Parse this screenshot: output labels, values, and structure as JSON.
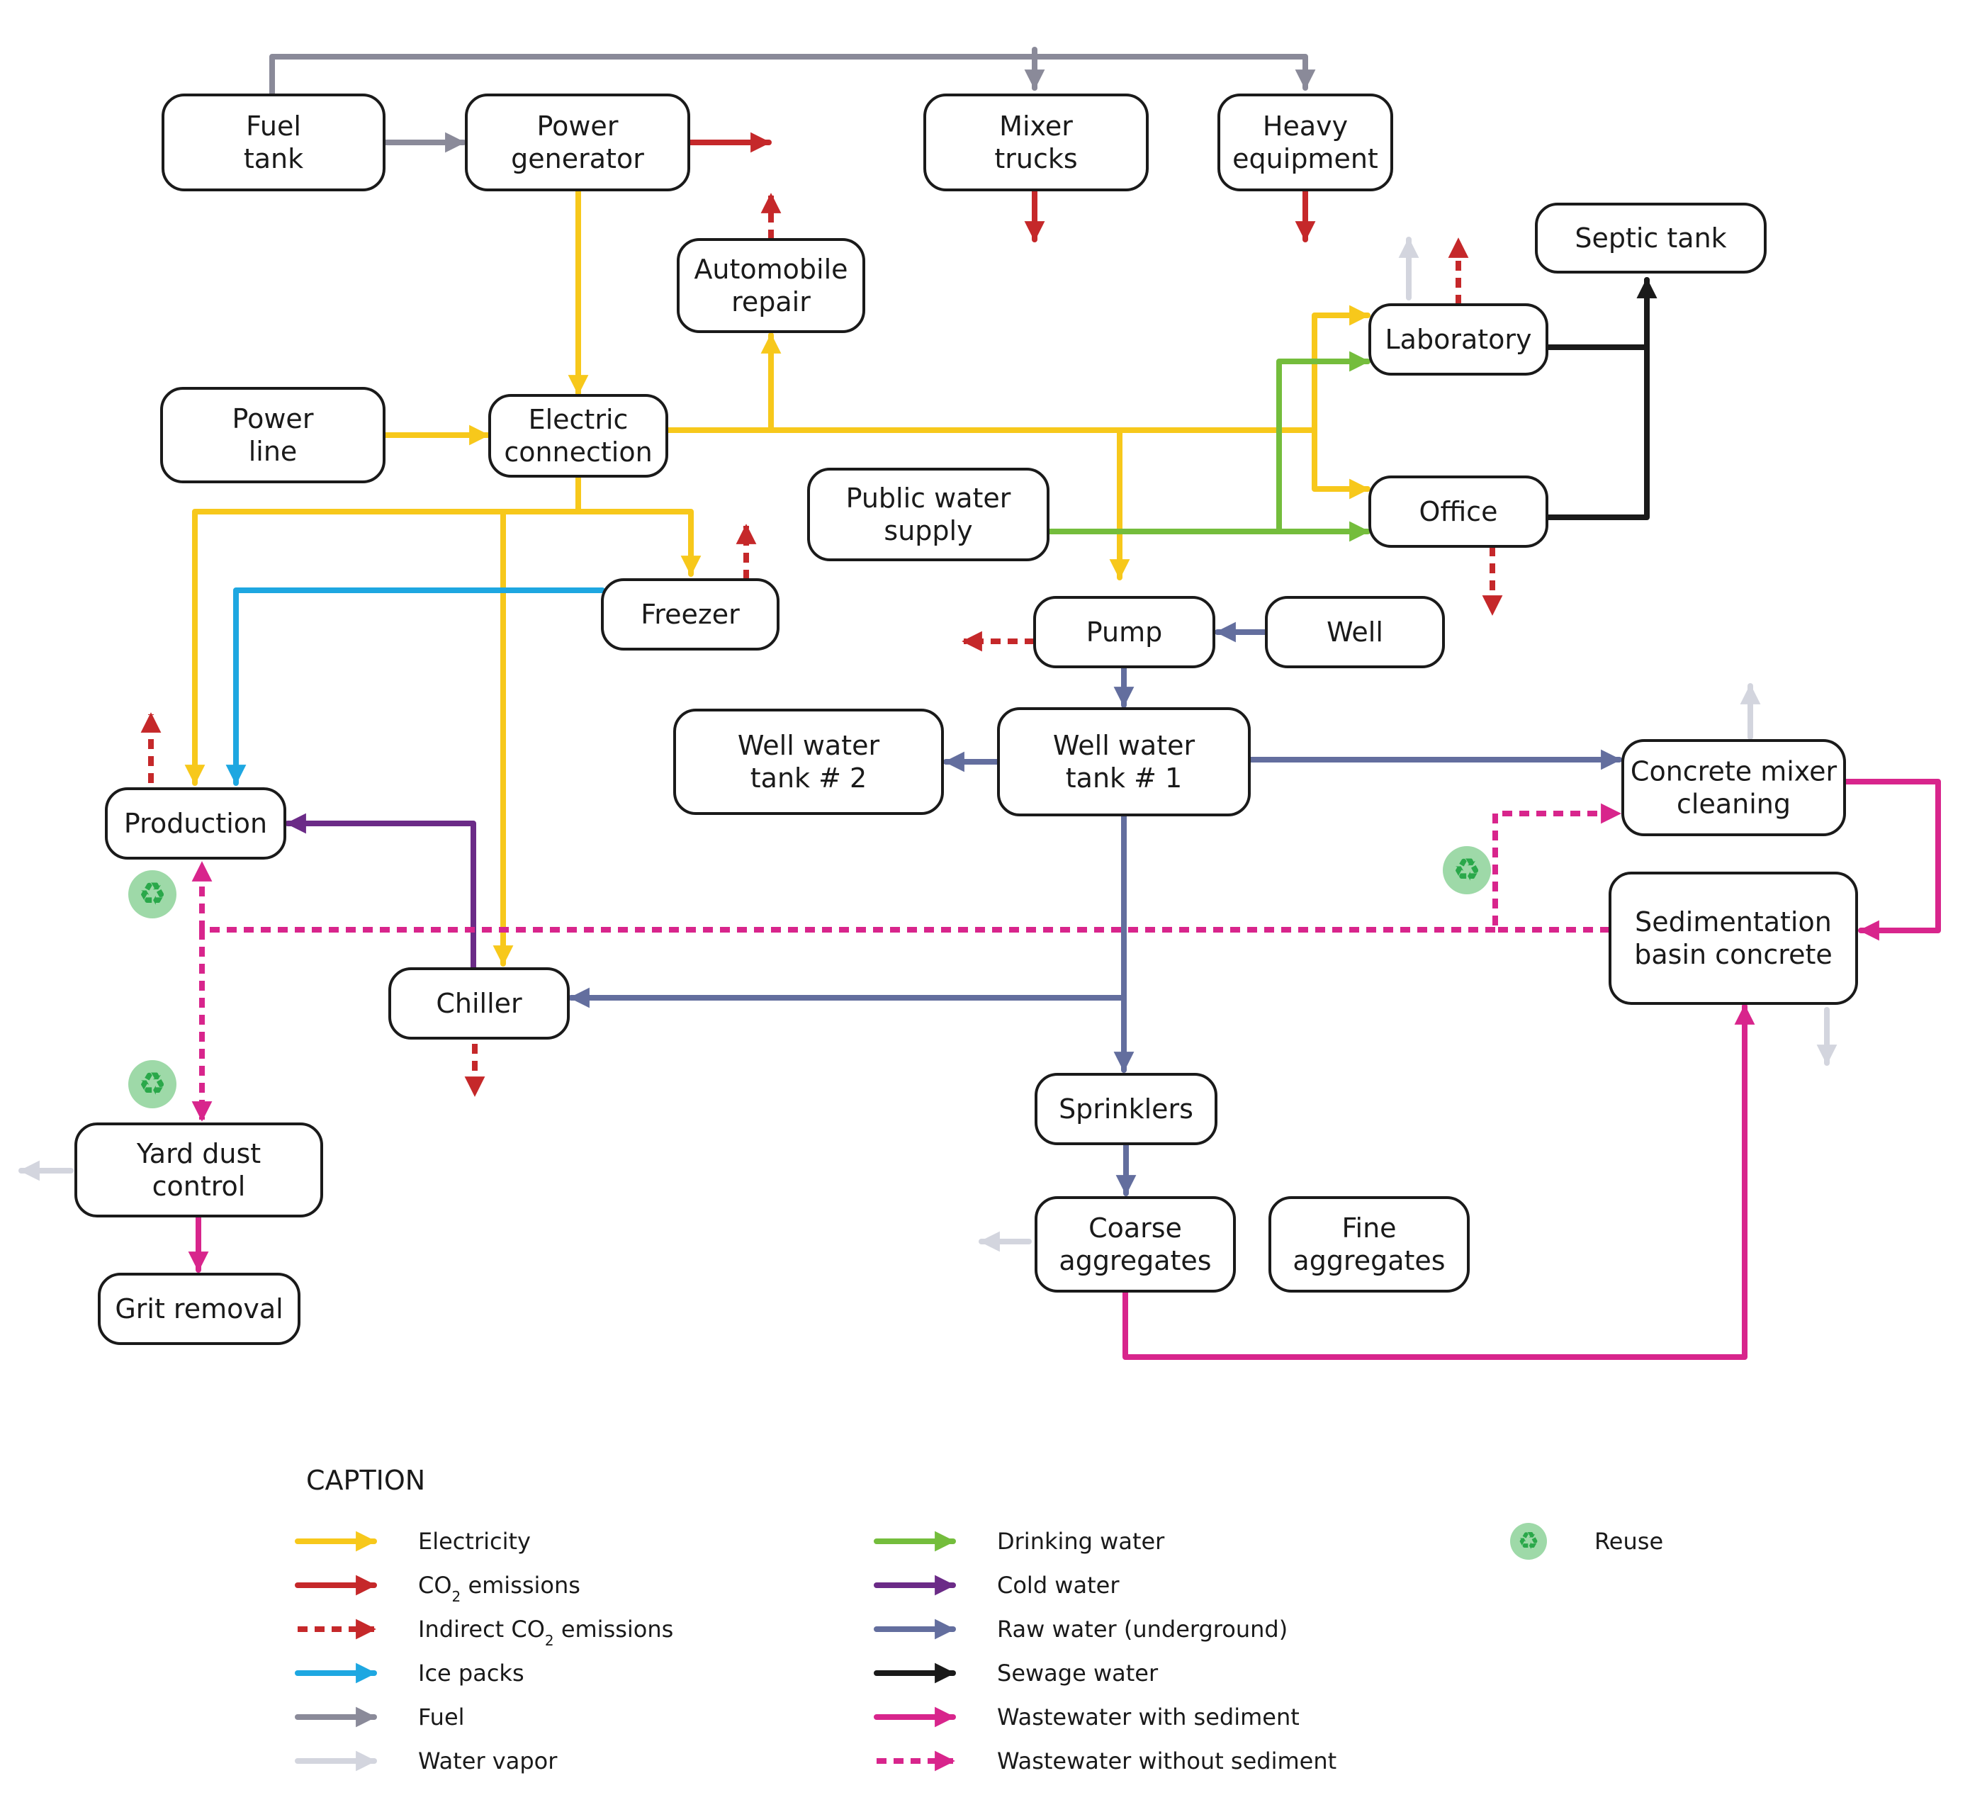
{
  "nodes": [
    {
      "id": "fuel-tank",
      "lines": [
        "Fuel",
        "tank"
      ]
    },
    {
      "id": "power-generator",
      "lines": [
        "Power",
        "generator"
      ]
    },
    {
      "id": "mixer-trucks",
      "lines": [
        "Mixer",
        "trucks"
      ]
    },
    {
      "id": "heavy-equipment",
      "lines": [
        "Heavy",
        "equipment"
      ]
    },
    {
      "id": "automobile-repair",
      "lines": [
        "Automobile",
        "repair"
      ]
    },
    {
      "id": "septic-tank",
      "lines": [
        "Septic tank"
      ]
    },
    {
      "id": "laboratory",
      "lines": [
        "Laboratory"
      ]
    },
    {
      "id": "power-line",
      "lines": [
        "Power",
        "line"
      ]
    },
    {
      "id": "electric-connection",
      "lines": [
        "Electric",
        "connection"
      ]
    },
    {
      "id": "public-water-supply",
      "lines": [
        "Public water",
        "supply"
      ]
    },
    {
      "id": "office",
      "lines": [
        "Office"
      ]
    },
    {
      "id": "freezer",
      "lines": [
        "Freezer"
      ]
    },
    {
      "id": "pump",
      "lines": [
        "Pump"
      ]
    },
    {
      "id": "well",
      "lines": [
        "Well"
      ]
    },
    {
      "id": "well-water-tank-2",
      "lines": [
        "Well water",
        "tank # 2"
      ]
    },
    {
      "id": "well-water-tank-1",
      "lines": [
        "Well water",
        "tank # 1"
      ]
    },
    {
      "id": "concrete-mixer-cleaning",
      "lines": [
        "Concrete mixer",
        "cleaning"
      ]
    },
    {
      "id": "production",
      "lines": [
        "Production"
      ]
    },
    {
      "id": "sedimentation-basin-concrete",
      "lines": [
        "Sedimentation",
        "basin  concrete"
      ]
    },
    {
      "id": "chiller",
      "lines": [
        "Chiller"
      ]
    },
    {
      "id": "sprinklers",
      "lines": [
        "Sprinklers"
      ]
    },
    {
      "id": "yard-dust-control",
      "lines": [
        "Yard dust",
        "control"
      ]
    },
    {
      "id": "coarse-aggregates",
      "lines": [
        "Coarse",
        "aggregates"
      ]
    },
    {
      "id": "fine-aggregates",
      "lines": [
        "Fine",
        "aggregates"
      ]
    },
    {
      "id": "grit-removal",
      "lines": [
        "Grit removal"
      ]
    }
  ],
  "colors": {
    "electricity": "#f7c81b",
    "co2": "#c5282a",
    "ice": "#1ea7e1",
    "fuel": "#8a8a99",
    "vapor": "#d3d5de",
    "drinking": "#74bd3c",
    "cold": "#6b2b87",
    "raw": "#636e9e",
    "sewage": "#1a1a1a",
    "waste": "#d8258c",
    "reuse": "#9ed9a8",
    "reuse_symbol": "#2aa84a"
  },
  "legend": {
    "title": "CAPTION",
    "left": [
      {
        "key": "electricity",
        "label": "Electricity",
        "style": "solid"
      },
      {
        "key": "co2",
        "label": "CO",
        "sub": "2",
        "label_after": " emissions",
        "style": "solid"
      },
      {
        "key": "co2",
        "label": "Indirect CO",
        "sub": "2",
        "label_after": " emissions",
        "style": "dashed"
      },
      {
        "key": "ice",
        "label": "Ice packs",
        "style": "solid"
      },
      {
        "key": "fuel",
        "label": "Fuel",
        "style": "solid"
      },
      {
        "key": "vapor",
        "label": "Water vapor",
        "style": "solid"
      }
    ],
    "right": [
      {
        "key": "drinking",
        "label": "Drinking water",
        "style": "solid"
      },
      {
        "key": "cold",
        "label": "Cold water",
        "style": "solid"
      },
      {
        "key": "raw",
        "label": "Raw water (underground)",
        "style": "solid"
      },
      {
        "key": "sewage",
        "label": "Sewage water",
        "style": "solid"
      },
      {
        "key": "waste",
        "label": "Wastewater with sediment",
        "style": "solid"
      },
      {
        "key": "waste",
        "label": "Wastewater without sediment",
        "style": "dashed"
      }
    ],
    "reuse_label": "Reuse",
    "reuse_symbol": "♻"
  }
}
